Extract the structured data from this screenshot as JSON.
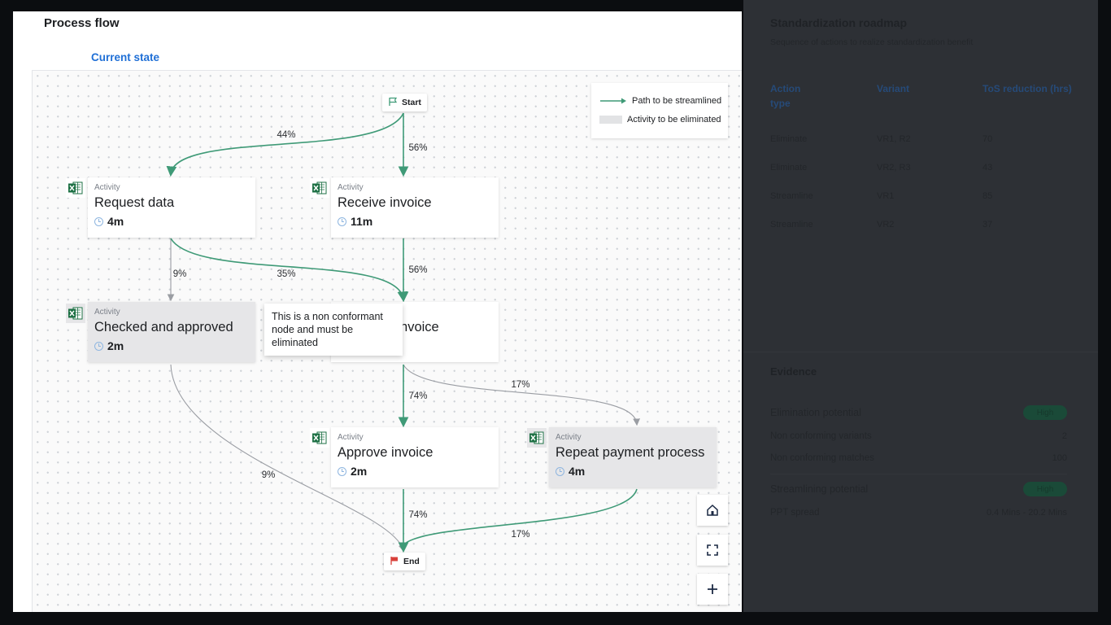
{
  "process_flow": {
    "title": "Process flow",
    "tab_current": "Current state",
    "legend": {
      "streamlined": "Path to be streamlined",
      "eliminated": "Activity to be eliminated"
    },
    "start_label": "Start",
    "end_label": "End",
    "tooltip": "This is a non conformant node and must be eliminated",
    "nodes": {
      "request_data": {
        "type": "Activity",
        "label": "Request data",
        "duration": "4m"
      },
      "receive_invoice": {
        "type": "Activity",
        "label": "Receive invoice",
        "duration": "11m"
      },
      "checked_approved": {
        "type": "Activity",
        "label": "Checked and approved",
        "duration": "2m"
      },
      "received_invoice": {
        "type": "Activity",
        "label": "Received invoice",
        "duration": ""
      },
      "approve_invoice": {
        "type": "Activity",
        "label": "Approve invoice",
        "duration": "2m"
      },
      "repeat_payment": {
        "type": "Activity",
        "label": "Repeat payment process",
        "duration": "4m"
      }
    },
    "edge_labels": {
      "start_request": "44%",
      "start_receive": "56%",
      "request_checked": "9%",
      "request_received": "35%",
      "receive_received": "56%",
      "received_repeat": "17%",
      "received_approve": "74%",
      "checked_end": "9%",
      "approve_end": "74%",
      "repeat_end": "17%"
    },
    "colors": {
      "streamlined": "#3f9a77",
      "default_edge": "#9a9da3",
      "tab_accent": "#1f6fd6",
      "eliminated_fill": "#e6e6e8",
      "excel_green": "#1e7145"
    }
  },
  "right_panel": {
    "title": "Standardization roadmap",
    "subtitle": "Sequence of actions to realize standardization benefit",
    "columns": [
      "Action type",
      "Variant",
      "ToS reduction (hrs)"
    ],
    "rows": [
      [
        "Eliminate",
        "VR1, R2",
        "70"
      ],
      [
        "Eliminate",
        "VR2, R3",
        "43"
      ],
      [
        "Streamline",
        "VR1",
        "85"
      ],
      [
        "Streamline",
        "VR2",
        "37"
      ]
    ],
    "evidence_title": "Evidence",
    "elimination_label": "Elimination potential",
    "elimination_badge": "High",
    "nc_variants_label": "Non conforming variants",
    "nc_variants_value": "2",
    "nc_matches_label": "Non conforming matches",
    "nc_matches_value": "100",
    "streamlining_label": "Streamlining potential",
    "streamlining_badge": "High",
    "ppt_label": "PPT spread",
    "ppt_value": "0.4 Mins - 20.2 Mins"
  }
}
